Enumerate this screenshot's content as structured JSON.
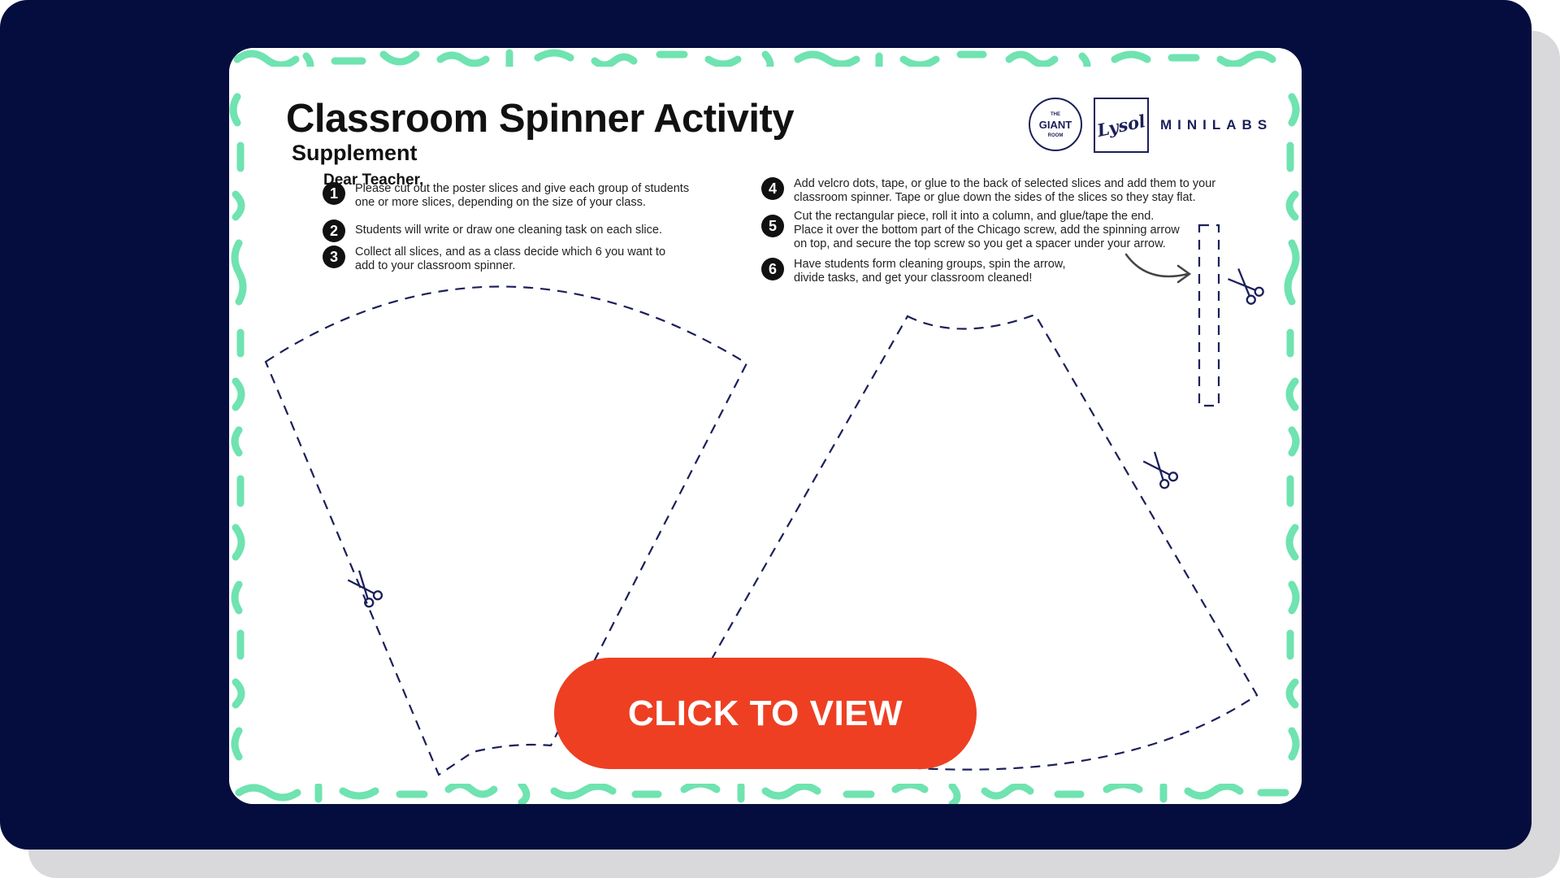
{
  "colors": {
    "navy": "#050d3f",
    "card_pattern": "#6fe3b0",
    "cut_line": "#1b1f5a",
    "cta": "#ee3f23",
    "shadow": "#d9d9db"
  },
  "worksheet": {
    "title": "Classroom Spinner Activity",
    "subtitle": "Supplement",
    "greeting": "Dear Teacher,",
    "steps": [
      {
        "num": "1",
        "text": "Please cut out the poster slices and give each group of students\none or more slices, depending on the size of your class."
      },
      {
        "num": "2",
        "text": "Students will write or draw one cleaning task on each slice."
      },
      {
        "num": "3",
        "text": "Collect all slices, and as a class decide which 6 you want to\nadd to your classroom spinner."
      },
      {
        "num": "4",
        "text": "Add velcro dots, tape, or glue to the back of selected slices and add them to your\nclassroom spinner. Tape or glue down the sides of the slices so they stay flat."
      },
      {
        "num": "5",
        "text": "Cut the rectangular piece, roll it into a column, and glue/tape the end.\nPlace it over the bottom part of the Chicago screw, add the spinning arrow\non top, and secure the top screw so you get a spacer under your arrow."
      },
      {
        "num": "6",
        "text": "Have students form cleaning groups, spin the arrow,\ndivide tasks, and get your classroom cleaned!"
      }
    ],
    "icons": {
      "scissors": "scissors-icon",
      "arrow": "curved-arrow-icon"
    }
  },
  "logos": {
    "giant_small_top": "THE",
    "giant_big": "GIANT",
    "giant_small_bottom": "ROOM",
    "lysol": "Lysol",
    "minilabs": "MINILABS"
  },
  "cta": {
    "label": "CLICK TO VIEW"
  }
}
